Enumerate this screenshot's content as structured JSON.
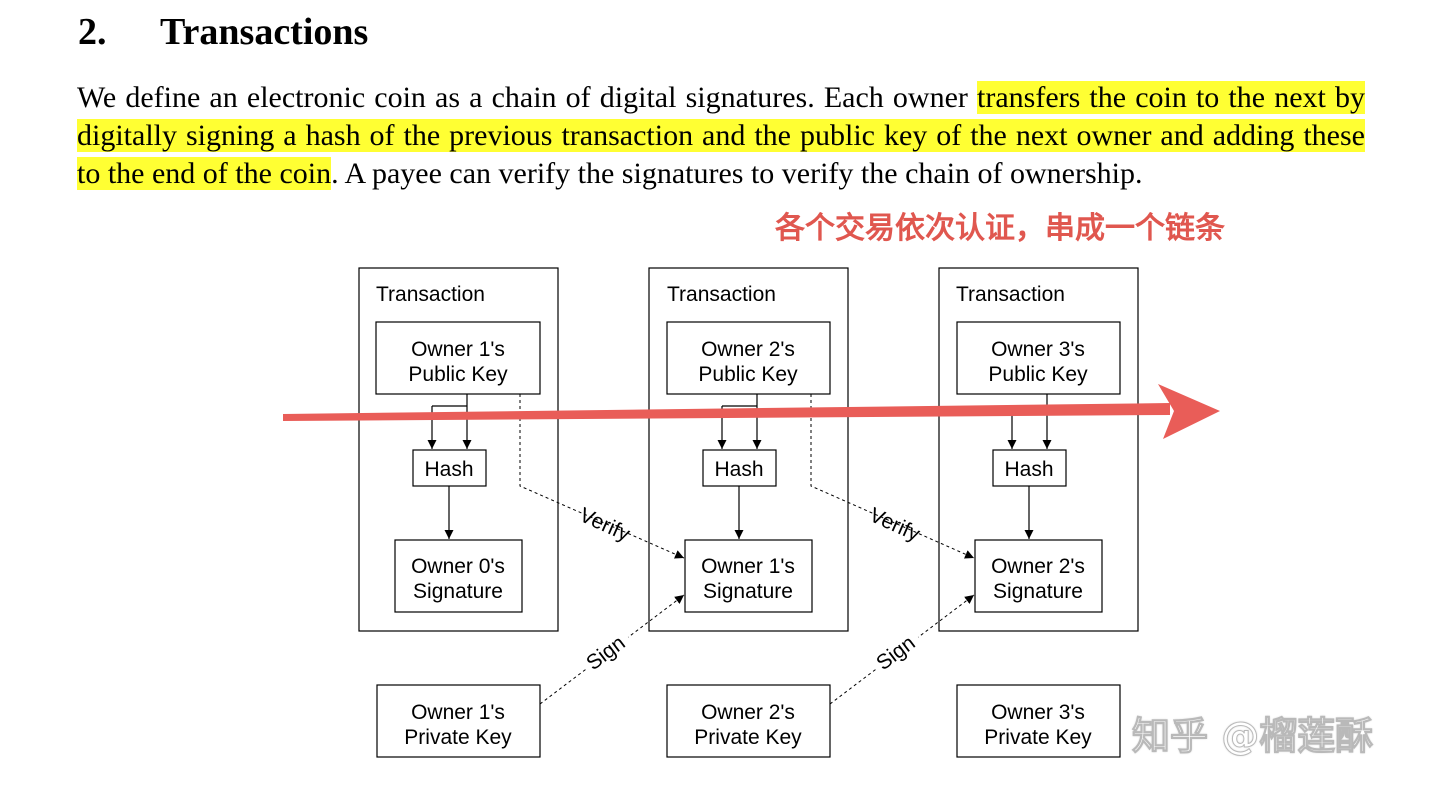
{
  "section": {
    "number": "2.",
    "title": "Transactions"
  },
  "paragraph": {
    "before": "We define an electronic coin as a chain of digital signatures.  Each owner ",
    "highlight": "transfers the coin to the next by digitally signing a hash of the previous transaction and the public key of the next owner and adding these to the end of the coin",
    "after": ".  A payee can verify the signatures to verify the chain of ownership."
  },
  "annotation": "各个交易依次认证，串成一个链条",
  "diagram": {
    "transactions": [
      {
        "title": "Transaction",
        "pubkey": [
          "Owner 1's",
          "Public Key"
        ],
        "hash": "Hash",
        "signature": [
          "Owner 0's",
          "Signature"
        ],
        "privkey": [
          "Owner 1's",
          "Private Key"
        ]
      },
      {
        "title": "Transaction",
        "pubkey": [
          "Owner 2's",
          "Public Key"
        ],
        "hash": "Hash",
        "signature": [
          "Owner 1's",
          "Signature"
        ],
        "privkey": [
          "Owner 2's",
          "Private Key"
        ]
      },
      {
        "title": "Transaction",
        "pubkey": [
          "Owner 3's",
          "Public Key"
        ],
        "hash": "Hash",
        "signature": [
          "Owner 2's",
          "Signature"
        ],
        "privkey": [
          "Owner 3's",
          "Private Key"
        ]
      }
    ],
    "verify_label": "Verify",
    "sign_label": "Sign"
  },
  "watermark": "知乎 @榴莲酥",
  "colors": {
    "highlight": "#ffff33",
    "annotation": "#e0574f",
    "arrow": "#e95d58"
  }
}
